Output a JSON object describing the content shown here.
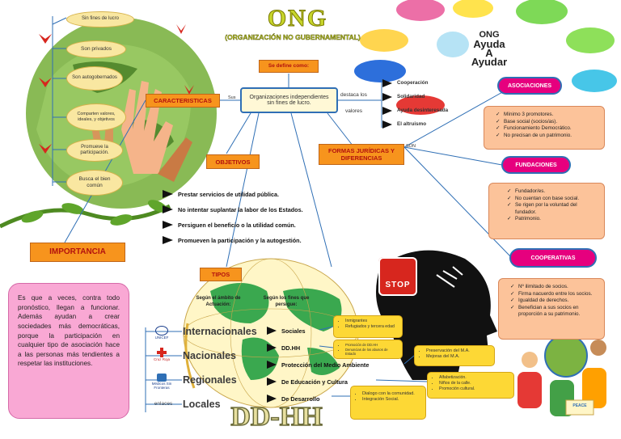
{
  "header": {
    "title": "ONG",
    "subtitle": "(ORGANIZACIÓN NO GUBERNAMENTAL)"
  },
  "badge": {
    "lines": [
      "ONG",
      "Ayuda",
      "A",
      "Ayudar"
    ]
  },
  "definition": {
    "label": "Se define como:",
    "text": "Organizaciones independientes sin fines de lucro.",
    "left_link": "Sus",
    "right_link_1": "destaca los",
    "right_link_2": "valores",
    "son_link": "SON"
  },
  "characteristics": {
    "label": "CARACTERISTICAS",
    "items": [
      "Sin fines de lucro",
      "Son privados",
      "Son autogobernados",
      "Comparten valores, ideales, y objetivos",
      "Promueve la participación.",
      "Busca el bien común"
    ]
  },
  "values": {
    "items": [
      "Cooperación",
      "Solidaridad",
      "Ayuda desinteresada",
      "El altruismo"
    ]
  },
  "objectives": {
    "label": "OBJETIVOS",
    "items": [
      "Prestar servicios de utilidad pública.",
      "No intentar suplantar la labor de los Estados.",
      "Persiguen el beneficio o la utilidad común.",
      "Promueven la participación y la autogestión."
    ]
  },
  "legal_forms": {
    "label": "FORMAS JURÍDICAS Y DIFERENCIAS",
    "associations": {
      "label": "ASOCIACIONES",
      "items": [
        "Mínimo 3 promotores.",
        "Base social (socios/as).",
        "Funcionamiento Democrático.",
        "No precisan de un patrimonio."
      ]
    },
    "foundations": {
      "label": "FUNDACIONES",
      "items": [
        "Fundador/es.",
        "No cuentan con base social.",
        "Se rigen por la voluntad del fundador.",
        "Patrimonio."
      ]
    },
    "cooperatives": {
      "label": "COOPERATIVAS",
      "items": [
        "Nº ilimitado de socios.",
        "Firma nacuerdo entre los socios.",
        "Igualdad de derechos.",
        "Benefician a sus socios en proporción a su patrimonio."
      ]
    }
  },
  "importance": {
    "label": "IMPORTANCIA",
    "text": "Es que a veces, contra todo pronóstico, llegan a funcionar. Además ayudan a crear sociedades más democráticas, porque la participación en cualquier tipo de asociación hace a las personas más tendientes a respetar las instituciones."
  },
  "types": {
    "label": "TIPOS",
    "scope_label": "Según el ámbito de Actuación:",
    "purpose_label": "Según los fines que persigue:",
    "scopes": [
      "Internacionales",
      "Nacionales",
      "Regionales",
      "Locales"
    ],
    "purposes": [
      "Sociales",
      "DD.HH",
      "Protección del Medio Ambiente",
      "De Educación y Cultura",
      "De Desarrollo"
    ],
    "details": {
      "sociales": [
        "Inmigrantes",
        "Refugiados y tercera edad"
      ],
      "ddhh": [
        "Promoción de DD.HH",
        "Denuncias de los abusos de Estado"
      ],
      "environment": [
        "Preservación del M.A.",
        "Mejoras del M.A."
      ],
      "education": [
        "Alfabetización.",
        "Niños de la calle.",
        "Promoción cultural."
      ],
      "development": [
        "Dialogo con la comunidad.",
        "Integración Social."
      ]
    },
    "logos": [
      "UNICEF",
      "Cruz Roja",
      "Médicos Sin Fronteras",
      "enlaces"
    ]
  },
  "footer": {
    "title": "DD-HH"
  },
  "stop_sign": {
    "text": "STOP"
  },
  "peace_sign": {
    "text": "PEACE"
  },
  "colors": {
    "orange": "#f7941d",
    "magenta": "#e6007e",
    "peach": "#fcc39a",
    "yellow": "#fdd835",
    "pink_box": "#f9a8d4",
    "title_green": "#c7d52a"
  }
}
